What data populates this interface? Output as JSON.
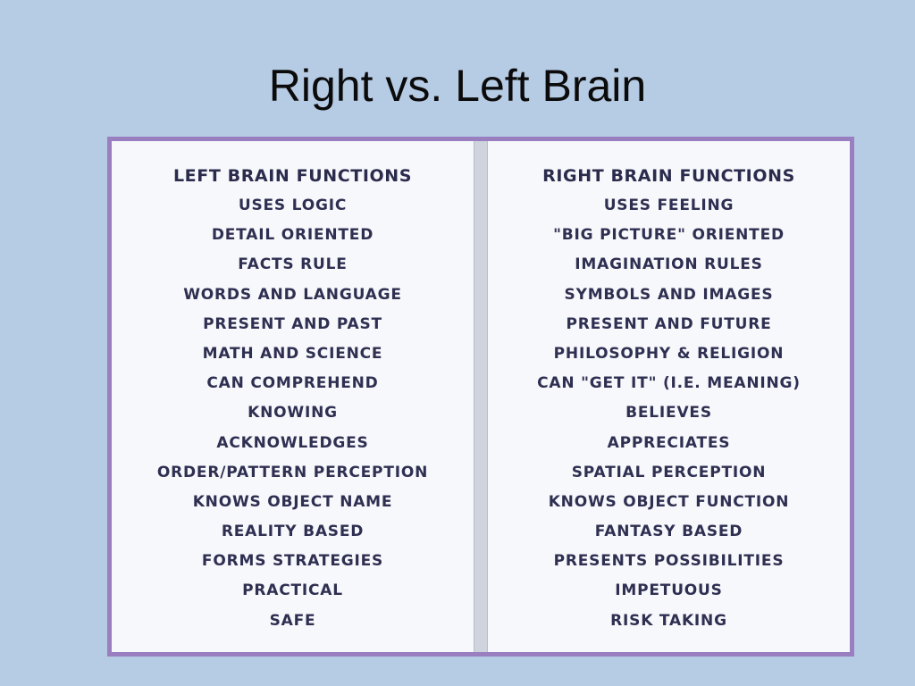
{
  "slide": {
    "title": "Right vs. Left Brain"
  },
  "table": {
    "left": {
      "header": "LEFT BRAIN FUNCTIONS",
      "items": [
        "USES LOGIC",
        "DETAIL ORIENTED",
        "FACTS RULE",
        "WORDS AND LANGUAGE",
        "PRESENT AND PAST",
        "MATH AND SCIENCE",
        "CAN COMPREHEND",
        "KNOWING",
        "ACKNOWLEDGES",
        "ORDER/PATTERN PERCEPTION",
        "KNOWS OBJECT NAME",
        "REALITY BASED",
        "FORMS STRATEGIES",
        "PRACTICAL",
        "SAFE"
      ]
    },
    "right": {
      "header": "RIGHT BRAIN FUNCTIONS",
      "items": [
        "USES FEELING",
        "\"BIG PICTURE\" ORIENTED",
        "IMAGINATION RULES",
        "SYMBOLS AND IMAGES",
        "PRESENT AND FUTURE",
        "PHILOSOPHY & RELIGION",
        "CAN \"GET IT\" (I.E. MEANING)",
        "BELIEVES",
        "APPRECIATES",
        "SPATIAL PERCEPTION",
        "KNOWS OBJECT FUNCTION",
        "FANTASY BASED",
        "PRESENTS POSSIBILITIES",
        "IMPETUOUS",
        "RISK TAKING"
      ]
    }
  },
  "colors": {
    "background": "#b6cbe4",
    "frame_border": "#9a7fc0",
    "text": "#2f2f52"
  }
}
